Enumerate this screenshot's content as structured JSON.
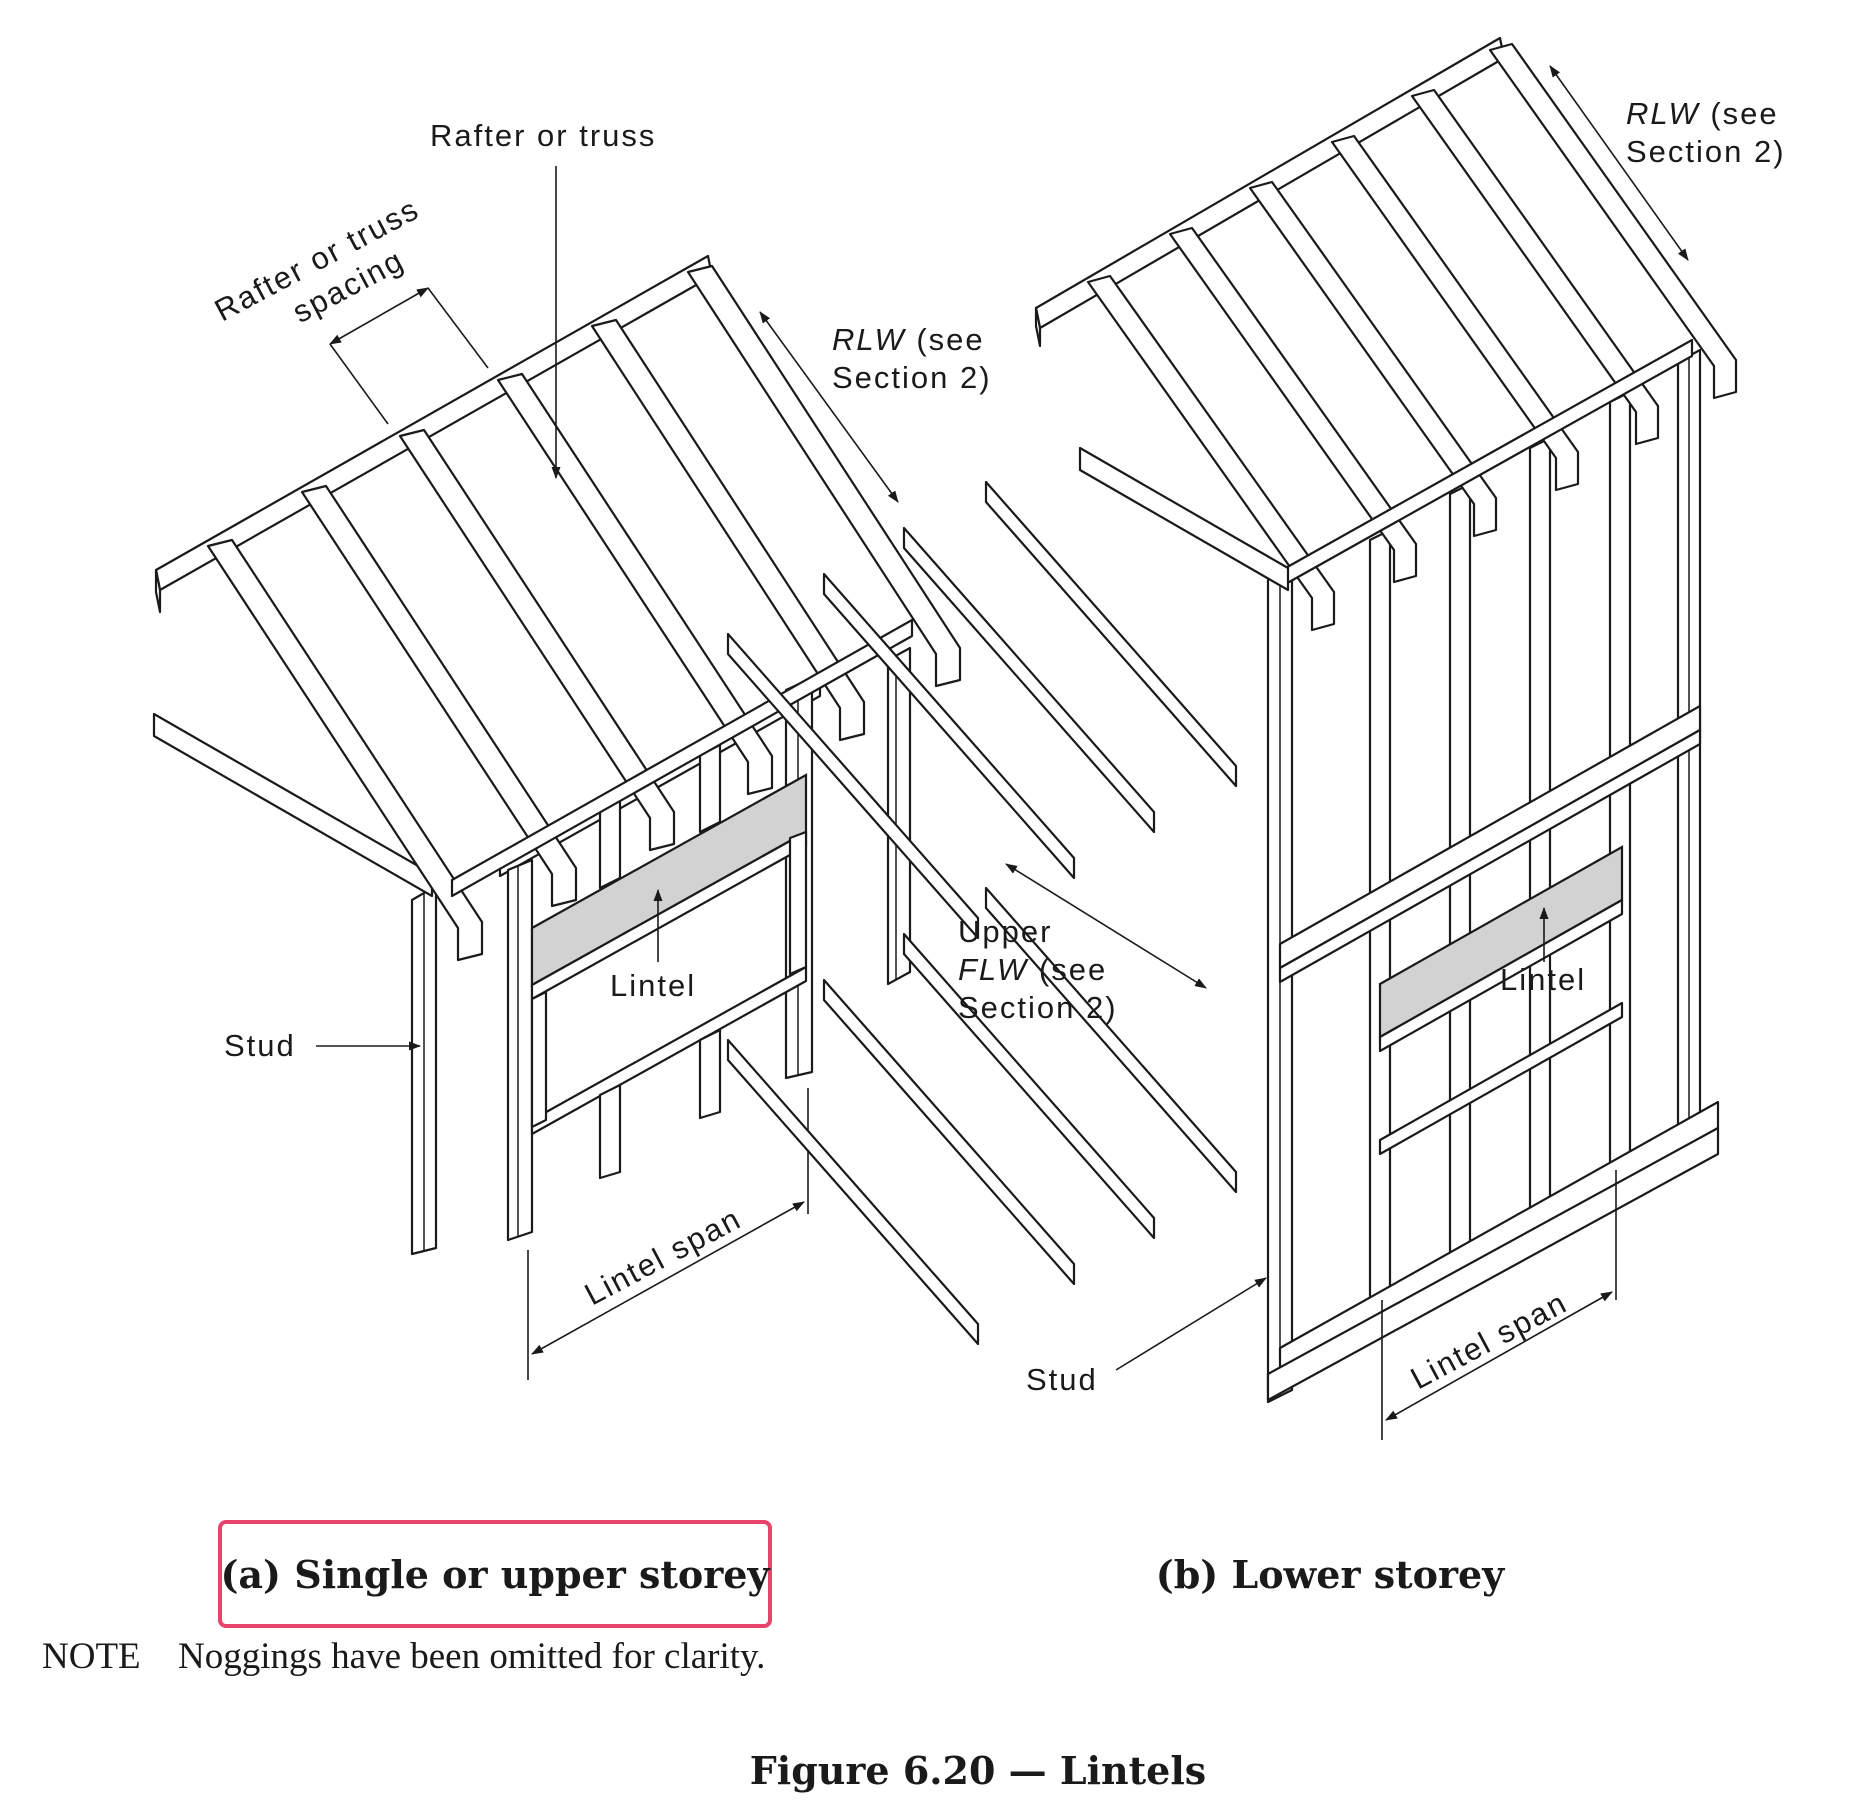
{
  "diagram_a": {
    "labels": {
      "rafter_or_truss": "Rafter or truss",
      "spacing_line1": "Rafter or truss",
      "spacing_line2": "spacing",
      "rlw_italic": "RLW",
      "rlw_rest": " (see",
      "rlw_section": "Section 2)",
      "lintel": "Lintel",
      "stud": "Stud",
      "lintel_span": "Lintel span"
    },
    "caption": "(a) Single or upper storey"
  },
  "diagram_b": {
    "labels": {
      "rlw_italic": "RLW",
      "rlw_rest": " (see",
      "rlw_section": "Section 2)",
      "upper": "Upper",
      "flw_italic": "FLW",
      "flw_rest": " (see",
      "flw_section": "Section 2)",
      "lintel": "Lintel",
      "stud": "Stud",
      "lintel_span": "Lintel span"
    },
    "caption": "(b) Lower storey"
  },
  "note": {
    "label": "NOTE",
    "text": "Noggings have been omitted for clarity."
  },
  "figure_title": "Figure 6.20 — Lintels",
  "colors": {
    "line": "#1a1a1a",
    "lintel_fill": "#d2d2d2",
    "highlight_border": "#e8436a"
  }
}
